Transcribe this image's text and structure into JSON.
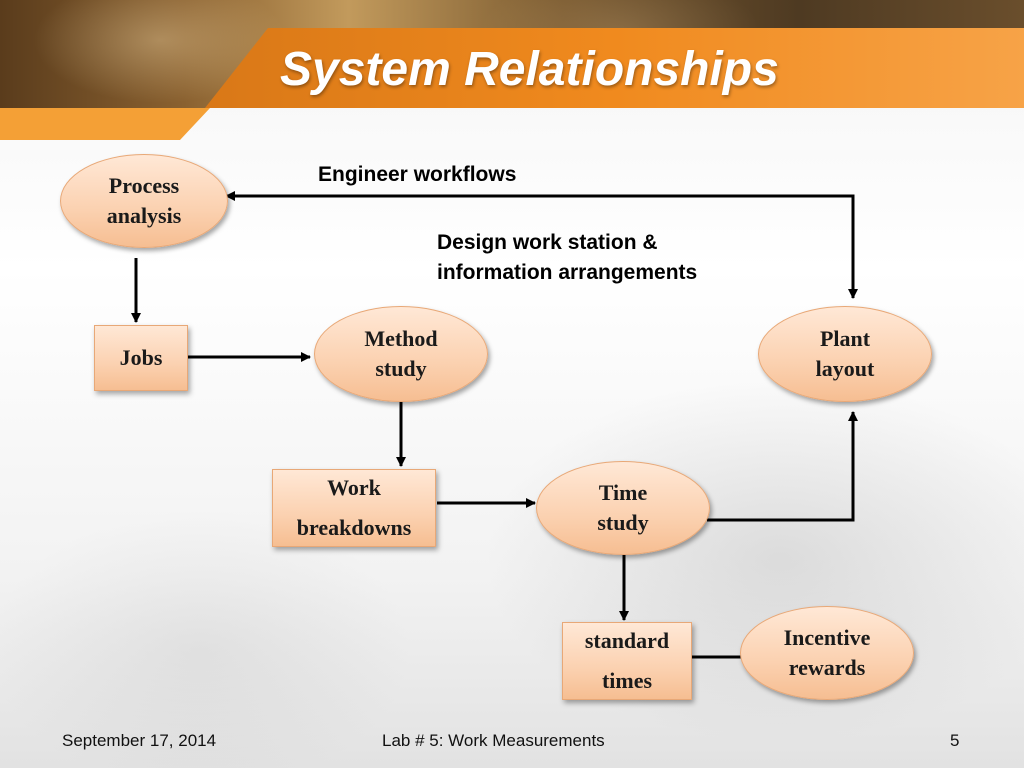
{
  "slide": {
    "title": "System Relationships"
  },
  "labels": {
    "engineer_workflows": "Engineer workflows",
    "design_line1": "Design work station &",
    "design_line2": "information arrangements"
  },
  "nodes": {
    "process_analysis": {
      "line1": "Process",
      "line2": "analysis"
    },
    "jobs": {
      "line1": "Jobs"
    },
    "method_study": {
      "line1": "Method",
      "line2": "study"
    },
    "plant_layout": {
      "line1": "Plant",
      "line2": "layout"
    },
    "work_breakdowns": {
      "line1": "Work",
      "line2": "breakdowns"
    },
    "time_study": {
      "line1": "Time",
      "line2": "study"
    },
    "standard_times": {
      "line1": "standard",
      "line2": "times"
    },
    "incentive_rewards": {
      "line1": "Incentive",
      "line2": "rewards"
    }
  },
  "footer": {
    "date": "September 17, 2014",
    "course": "Lab # 5: Work Measurements",
    "page": "5"
  },
  "colors": {
    "accent_orange": "#f5a03a",
    "node_fill": "#fbd1b0",
    "node_border": "#e8a877",
    "arrow": "#000000"
  }
}
